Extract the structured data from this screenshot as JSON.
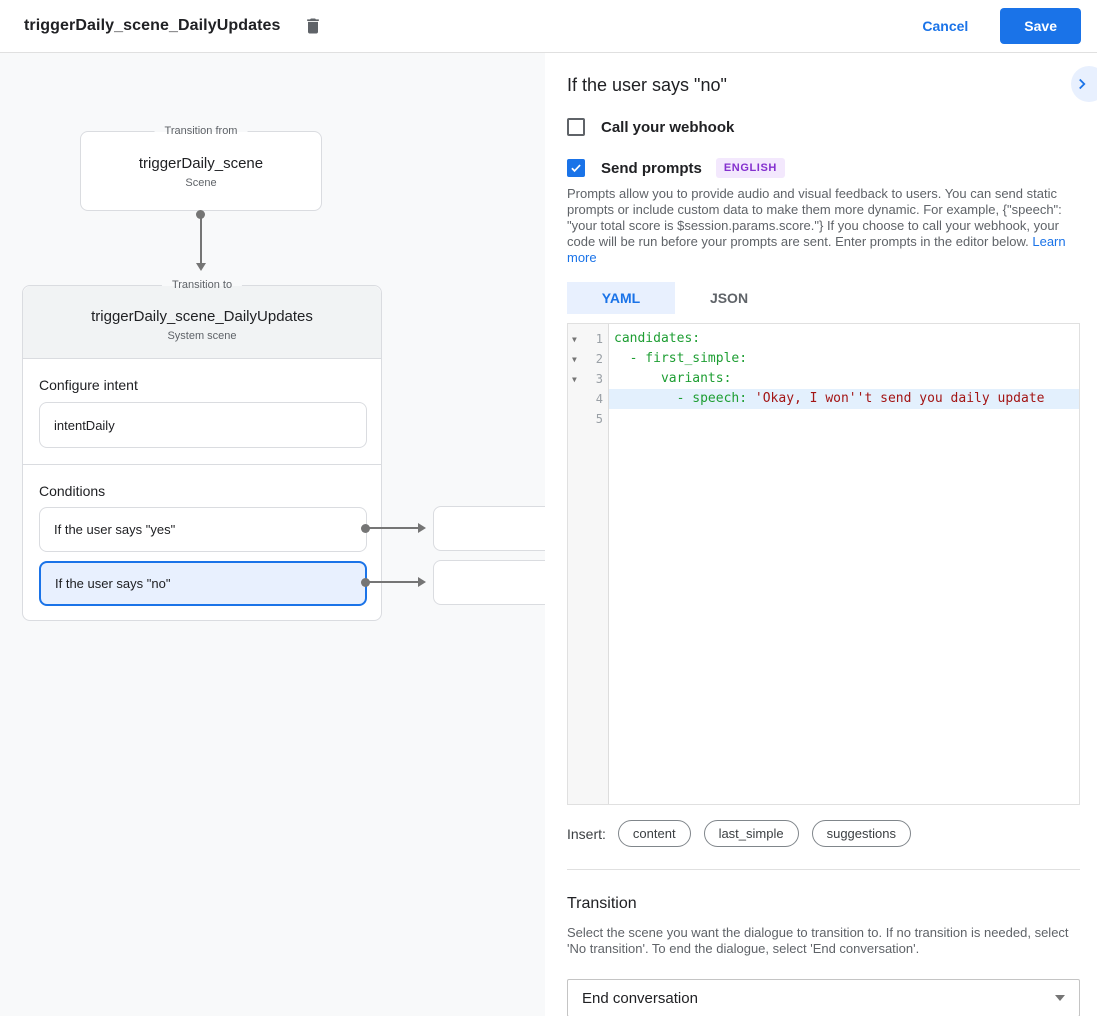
{
  "colors": {
    "accent_blue": "#1a73e8",
    "selection_light_blue": "#e8f0fe",
    "code_key_green": "#1e9e33",
    "code_string_red": "#a31515",
    "badge_purple": "#8430ce"
  },
  "topbar": {
    "title": "triggerDaily_scene_DailyUpdates",
    "cancel_label": "Cancel",
    "save_label": "Save"
  },
  "canvas": {
    "from_box": {
      "legend": "Transition from",
      "title": "triggerDaily_scene",
      "subtitle": "Scene"
    },
    "to_box": {
      "legend": "Transition to",
      "title": "triggerDaily_scene_DailyUpdates",
      "subtitle": "System scene",
      "intent_label": "Configure intent",
      "intent_value": "intentDaily",
      "conditions_label": "Conditions",
      "conditions": [
        {
          "label": "If the user says \"yes\"",
          "selected": false
        },
        {
          "label": "If the user says \"no\"",
          "selected": true
        }
      ]
    }
  },
  "panel": {
    "title": "If the user says \"no\"",
    "webhook_label": "Call your webhook",
    "send_prompts_label": "Send prompts",
    "language_badge": "ENGLISH",
    "description": "Prompts allow you to provide audio and visual feedback to users. You can send static prompts or include custom data to make them more dynamic. For example, {\"speech\": \"your total score is $session.params.score.\"} If you choose to call your webhook, your code will be run before your prompts are sent. Enter prompts in the editor below. ",
    "learn_more_label": "Learn more",
    "tabs": [
      {
        "label": "YAML",
        "active": true
      },
      {
        "label": "JSON",
        "active": false
      }
    ],
    "editor": {
      "lines": [
        {
          "num": 1,
          "fold": true,
          "highlight": false,
          "segments": [
            {
              "type": "key",
              "text": "candidates:"
            }
          ]
        },
        {
          "num": 2,
          "fold": true,
          "highlight": false,
          "segments": [
            {
              "type": "key",
              "text": "  - first_simple:"
            }
          ]
        },
        {
          "num": 3,
          "fold": true,
          "highlight": false,
          "segments": [
            {
              "type": "key",
              "text": "      variants:"
            }
          ]
        },
        {
          "num": 4,
          "fold": false,
          "highlight": true,
          "segments": [
            {
              "type": "key",
              "text": "        - speech: "
            },
            {
              "type": "string",
              "text": "'Okay, I won''t send you daily update"
            }
          ]
        },
        {
          "num": 5,
          "fold": false,
          "highlight": false,
          "segments": []
        }
      ]
    },
    "insert_label": "Insert:",
    "insert_chips": [
      "content",
      "last_simple",
      "suggestions"
    ],
    "transition": {
      "heading": "Transition",
      "description": "Select the scene you want the dialogue to transition to. If no transition is needed, select 'No transition'. To end the dialogue, select 'End conversation'.",
      "dropdown_value": "End conversation"
    }
  }
}
